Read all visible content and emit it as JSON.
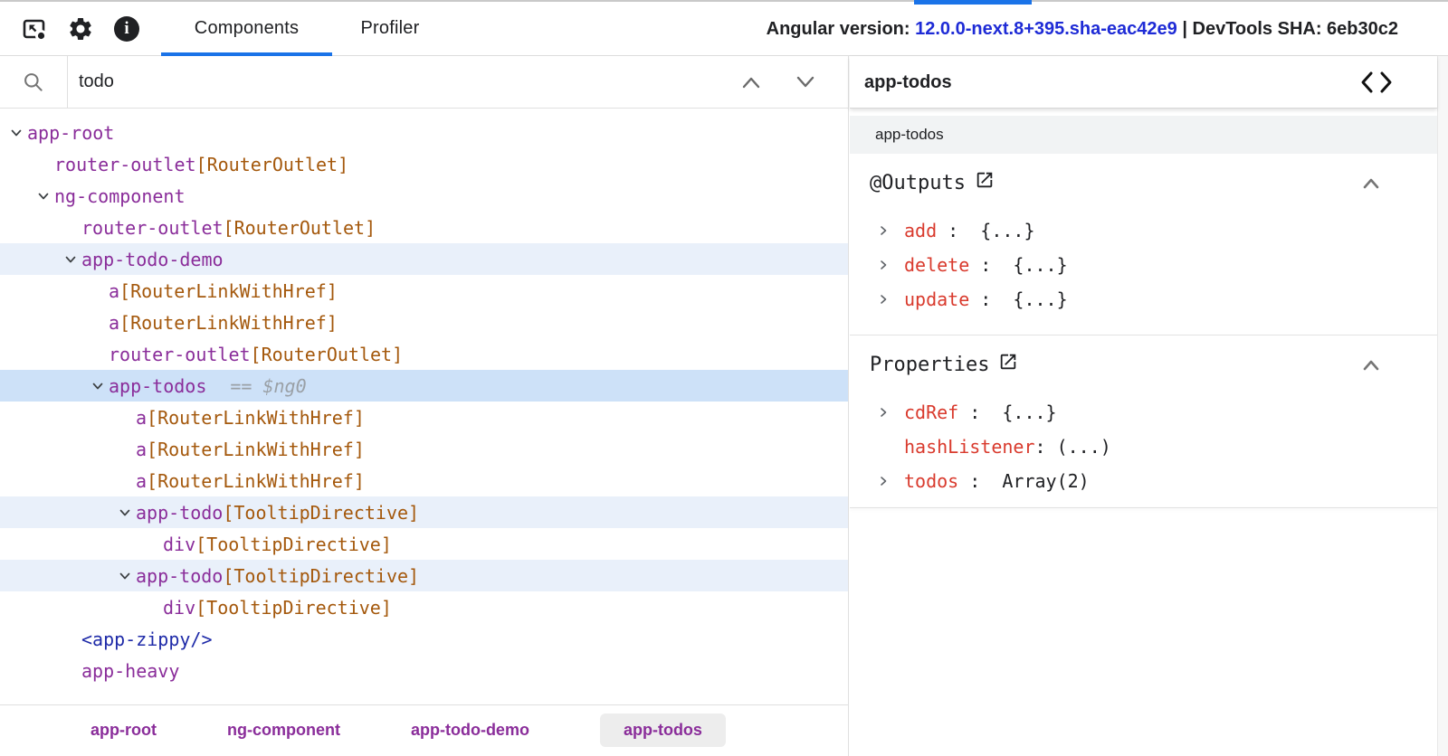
{
  "topbar": {
    "icons": [
      "inspect-icon",
      "settings-gear-icon",
      "info-icon"
    ],
    "info_glyph": "i",
    "tabs": [
      {
        "label": "Components",
        "active": true
      },
      {
        "label": "Profiler",
        "active": false
      }
    ],
    "version_prefix": "Angular version: ",
    "version_value": "12.0.0-next.8+395.sha-eac42e9",
    "version_suffix": " | DevTools SHA: 6eb30c2"
  },
  "search": {
    "value": "todo",
    "placeholder": "",
    "icons": [
      "search-icon",
      "previous-match-icon",
      "next-match-icon"
    ]
  },
  "tree": {
    "rows": [
      {
        "indent": 0,
        "expandable": true,
        "name": "app-root",
        "directive": "",
        "meta": "",
        "state": ""
      },
      {
        "indent": 1,
        "expandable": false,
        "name": "router-outlet",
        "directive": "[RouterOutlet]",
        "meta": "",
        "state": ""
      },
      {
        "indent": 1,
        "expandable": true,
        "name": "ng-component",
        "directive": "",
        "meta": "",
        "state": ""
      },
      {
        "indent": 2,
        "expandable": false,
        "name": "router-outlet",
        "directive": "[RouterOutlet]",
        "meta": "",
        "state": ""
      },
      {
        "indent": 2,
        "expandable": true,
        "name": "app-todo-demo",
        "directive": "",
        "meta": "",
        "state": "soft"
      },
      {
        "indent": 3,
        "expandable": false,
        "name": "a",
        "directive": "[RouterLinkWithHref]",
        "meta": "",
        "state": ""
      },
      {
        "indent": 3,
        "expandable": false,
        "name": "a",
        "directive": "[RouterLinkWithHref]",
        "meta": "",
        "state": ""
      },
      {
        "indent": 3,
        "expandable": false,
        "name": "router-outlet",
        "directive": "[RouterOutlet]",
        "meta": "",
        "state": ""
      },
      {
        "indent": 3,
        "expandable": true,
        "name": "app-todos",
        "directive": "",
        "meta": "$ng0",
        "meta_eq": "==",
        "state": "selected"
      },
      {
        "indent": 4,
        "expandable": false,
        "name": "a",
        "directive": "[RouterLinkWithHref]",
        "meta": "",
        "state": ""
      },
      {
        "indent": 4,
        "expandable": false,
        "name": "a",
        "directive": "[RouterLinkWithHref]",
        "meta": "",
        "state": ""
      },
      {
        "indent": 4,
        "expandable": false,
        "name": "a",
        "directive": "[RouterLinkWithHref]",
        "meta": "",
        "state": ""
      },
      {
        "indent": 4,
        "expandable": true,
        "name": "app-todo",
        "directive": "[TooltipDirective]",
        "meta": "",
        "state": "soft"
      },
      {
        "indent": 5,
        "expandable": false,
        "name": "div",
        "directive": "[TooltipDirective]",
        "meta": "",
        "state": ""
      },
      {
        "indent": 4,
        "expandable": true,
        "name": "app-todo",
        "directive": "[TooltipDirective]",
        "meta": "",
        "state": "soft"
      },
      {
        "indent": 5,
        "expandable": false,
        "name": "div",
        "directive": "[TooltipDirective]",
        "meta": "",
        "state": ""
      },
      {
        "indent": 2,
        "expandable": false,
        "name": "<app-zippy/>",
        "directive": "",
        "meta": "",
        "state": "",
        "blue": true
      },
      {
        "indent": 2,
        "expandable": false,
        "name": "app-heavy",
        "directive": "",
        "meta": "",
        "state": ""
      }
    ]
  },
  "breadcrumbs": {
    "items": [
      {
        "label": "app-root",
        "active": false
      },
      {
        "label": "ng-component",
        "active": false
      },
      {
        "label": "app-todo-demo",
        "active": false
      },
      {
        "label": "app-todos",
        "active": true
      }
    ]
  },
  "details": {
    "title": "app-todos",
    "title_icons": [
      "view-source-code-icon"
    ],
    "element_bar": "app-todos",
    "sections": [
      {
        "label": "@Outputs",
        "icons": [
          "open-in-new-icon",
          "collapse-section-icon"
        ],
        "rows": [
          {
            "name": "add",
            "sep": " :  ",
            "value": "{...}",
            "expandable": true
          },
          {
            "name": "delete",
            "sep": " :  ",
            "value": "{...}",
            "expandable": true
          },
          {
            "name": "update",
            "sep": " :  ",
            "value": "{...}",
            "expandable": true
          }
        ]
      },
      {
        "label": "Properties",
        "icons": [
          "open-in-new-icon",
          "collapse-section-icon"
        ],
        "rows": [
          {
            "name": "cdRef",
            "sep": " :  ",
            "value": "{...}",
            "expandable": true
          },
          {
            "name": "hashListener",
            "sep": ": ",
            "value": "(...)",
            "expandable": false
          },
          {
            "name": "todos",
            "sep": " :  ",
            "value": "Array(2)",
            "expandable": true
          }
        ]
      }
    ]
  },
  "colors": {
    "accent_blue": "#1a73e8",
    "link_blue": "#1e2bd6",
    "element_purple": "#8a2d9a",
    "directive_orange": "#a4580c",
    "element_blue": "#1e2aa8",
    "property_red": "#d93a2d",
    "meta_gray": "#9aa0a6",
    "selected_row": "#cde1f8",
    "soft_row": "#e9f0fa",
    "gray_bar": "#f1f3f4",
    "icon_dark": "#202124"
  }
}
